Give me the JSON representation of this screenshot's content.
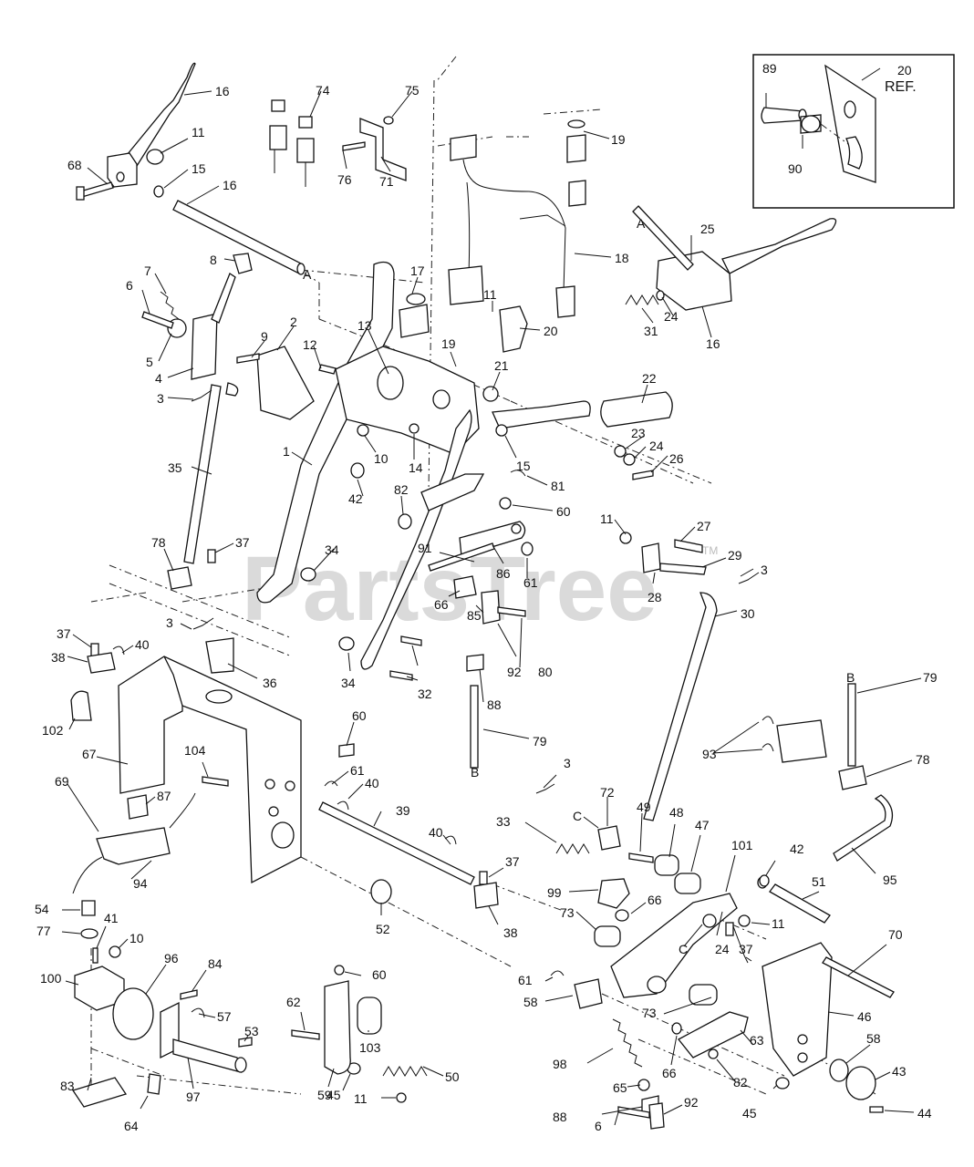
{
  "watermark": {
    "text": "PartsTree",
    "tm": "TM"
  },
  "inset": {
    "ref_label": "20",
    "ref_suffix": "REF."
  },
  "callouts": [
    {
      "id": "c1",
      "text": "16"
    },
    {
      "id": "c2",
      "text": "11"
    },
    {
      "id": "c3",
      "text": "68"
    },
    {
      "id": "c4",
      "text": "15"
    },
    {
      "id": "c5",
      "text": "16"
    },
    {
      "id": "c6",
      "text": "74"
    },
    {
      "id": "c7",
      "text": "75"
    },
    {
      "id": "c8",
      "text": "76"
    },
    {
      "id": "c9",
      "text": "71"
    },
    {
      "id": "c10",
      "text": "19"
    },
    {
      "id": "c11",
      "text": "18"
    },
    {
      "id": "c12",
      "text": "89"
    },
    {
      "id": "c13",
      "text": "90"
    },
    {
      "id": "c14",
      "text": "8"
    },
    {
      "id": "c15",
      "text": "A"
    },
    {
      "id": "c16",
      "text": "7"
    },
    {
      "id": "c17",
      "text": "6"
    },
    {
      "id": "c18",
      "text": "17"
    },
    {
      "id": "c19",
      "text": "11"
    },
    {
      "id": "c20",
      "text": "20"
    },
    {
      "id": "c21",
      "text": "A"
    },
    {
      "id": "c22",
      "text": "25"
    },
    {
      "id": "c23",
      "text": "31"
    },
    {
      "id": "c24",
      "text": "24"
    },
    {
      "id": "c25",
      "text": "16"
    },
    {
      "id": "c26",
      "text": "2"
    },
    {
      "id": "c27",
      "text": "13"
    },
    {
      "id": "c28",
      "text": "12"
    },
    {
      "id": "c29",
      "text": "9"
    },
    {
      "id": "c30",
      "text": "5"
    },
    {
      "id": "c31",
      "text": "4"
    },
    {
      "id": "c32",
      "text": "19"
    },
    {
      "id": "c33",
      "text": "21"
    },
    {
      "id": "c34",
      "text": "22"
    },
    {
      "id": "c35",
      "text": "3"
    },
    {
      "id": "c36",
      "text": "10"
    },
    {
      "id": "c37",
      "text": "14"
    },
    {
      "id": "c38",
      "text": "15"
    },
    {
      "id": "c39",
      "text": "23"
    },
    {
      "id": "c40",
      "text": "24"
    },
    {
      "id": "c41",
      "text": "26"
    },
    {
      "id": "c42",
      "text": "1"
    },
    {
      "id": "c43",
      "text": "35"
    },
    {
      "id": "c44",
      "text": "42"
    },
    {
      "id": "c45",
      "text": "82"
    },
    {
      "id": "c46",
      "text": "81"
    },
    {
      "id": "c47",
      "text": "60"
    },
    {
      "id": "c48",
      "text": "11"
    },
    {
      "id": "c49",
      "text": "27"
    },
    {
      "id": "c50",
      "text": "78"
    },
    {
      "id": "c51",
      "text": "37"
    },
    {
      "id": "c52",
      "text": "34"
    },
    {
      "id": "c53",
      "text": "91"
    },
    {
      "id": "c54",
      "text": "86"
    },
    {
      "id": "c55",
      "text": "61"
    },
    {
      "id": "c56",
      "text": "29"
    },
    {
      "id": "c57",
      "text": "3"
    },
    {
      "id": "c58",
      "text": "28"
    },
    {
      "id": "c59",
      "text": "66"
    },
    {
      "id": "c60",
      "text": "85"
    },
    {
      "id": "c61",
      "text": "30"
    },
    {
      "id": "c62",
      "text": "3"
    },
    {
      "id": "c63",
      "text": "37"
    },
    {
      "id": "c64",
      "text": "40"
    },
    {
      "id": "c65",
      "text": "38"
    },
    {
      "id": "c66",
      "text": "36"
    },
    {
      "id": "c67",
      "text": "34"
    },
    {
      "id": "c68",
      "text": "32"
    },
    {
      "id": "c69",
      "text": "92"
    },
    {
      "id": "c70",
      "text": "80"
    },
    {
      "id": "c71",
      "text": "88"
    },
    {
      "id": "c72",
      "text": "102"
    },
    {
      "id": "c73",
      "text": "79"
    },
    {
      "id": "c74",
      "text": "B"
    },
    {
      "id": "c75",
      "text": "B"
    },
    {
      "id": "c76",
      "text": "79"
    },
    {
      "id": "c77",
      "text": "78"
    },
    {
      "id": "c78",
      "text": "93"
    },
    {
      "id": "c79",
      "text": "60"
    },
    {
      "id": "c80",
      "text": "67"
    },
    {
      "id": "c81",
      "text": "104"
    },
    {
      "id": "c82",
      "text": "61"
    },
    {
      "id": "c83",
      "text": "40"
    },
    {
      "id": "c84",
      "text": "3"
    },
    {
      "id": "c85",
      "text": "69"
    },
    {
      "id": "c86",
      "text": "87"
    },
    {
      "id": "c87",
      "text": "39"
    },
    {
      "id": "c88",
      "text": "33"
    },
    {
      "id": "c89",
      "text": "C"
    },
    {
      "id": "c90",
      "text": "72"
    },
    {
      "id": "c91",
      "text": "49"
    },
    {
      "id": "c92",
      "text": "48"
    },
    {
      "id": "c93",
      "text": "47"
    },
    {
      "id": "c94",
      "text": "101"
    },
    {
      "id": "c95",
      "text": "95"
    },
    {
      "id": "c96",
      "text": "40"
    },
    {
      "id": "c97",
      "text": "94"
    },
    {
      "id": "c98",
      "text": "37"
    },
    {
      "id": "c99",
      "text": "42"
    },
    {
      "id": "c100",
      "text": "51"
    },
    {
      "id": "c101",
      "text": "99"
    },
    {
      "id": "c102",
      "text": "66"
    },
    {
      "id": "c103",
      "text": "54"
    },
    {
      "id": "c104",
      "text": "38"
    },
    {
      "id": "c105",
      "text": "52"
    },
    {
      "id": "c106",
      "text": "11"
    },
    {
      "id": "c107",
      "text": "73"
    },
    {
      "id": "c108",
      "text": "77"
    },
    {
      "id": "c109",
      "text": "41"
    },
    {
      "id": "c110",
      "text": "10"
    },
    {
      "id": "c111",
      "text": "24"
    },
    {
      "id": "c112",
      "text": "C"
    },
    {
      "id": "c113",
      "text": "70"
    },
    {
      "id": "c114",
      "text": "96"
    },
    {
      "id": "c115",
      "text": "84"
    },
    {
      "id": "c116",
      "text": "60"
    },
    {
      "id": "c117",
      "text": "37"
    },
    {
      "id": "c118",
      "text": "100"
    },
    {
      "id": "c119",
      "text": "61"
    },
    {
      "id": "c120",
      "text": "57"
    },
    {
      "id": "c121",
      "text": "62"
    },
    {
      "id": "c122",
      "text": "58"
    },
    {
      "id": "c123",
      "text": "103"
    },
    {
      "id": "c124",
      "text": "53"
    },
    {
      "id": "c125",
      "text": "73"
    },
    {
      "id": "c126",
      "text": "46"
    },
    {
      "id": "c127",
      "text": "66"
    },
    {
      "id": "c128",
      "text": "58"
    },
    {
      "id": "c129",
      "text": "98"
    },
    {
      "id": "c130",
      "text": "63"
    },
    {
      "id": "c131",
      "text": "43"
    },
    {
      "id": "c132",
      "text": "50"
    },
    {
      "id": "c133",
      "text": "83"
    },
    {
      "id": "c134",
      "text": "97"
    },
    {
      "id": "c135",
      "text": "59"
    },
    {
      "id": "c136",
      "text": "45"
    },
    {
      "id": "c137",
      "text": "82"
    },
    {
      "id": "c138",
      "text": "65"
    },
    {
      "id": "c139",
      "text": "11"
    },
    {
      "id": "c140",
      "text": "45"
    },
    {
      "id": "c141",
      "text": "44"
    },
    {
      "id": "c142",
      "text": "64"
    },
    {
      "id": "c143",
      "text": "88"
    },
    {
      "id": "c144",
      "text": "92"
    },
    {
      "id": "c145",
      "text": "6"
    }
  ]
}
